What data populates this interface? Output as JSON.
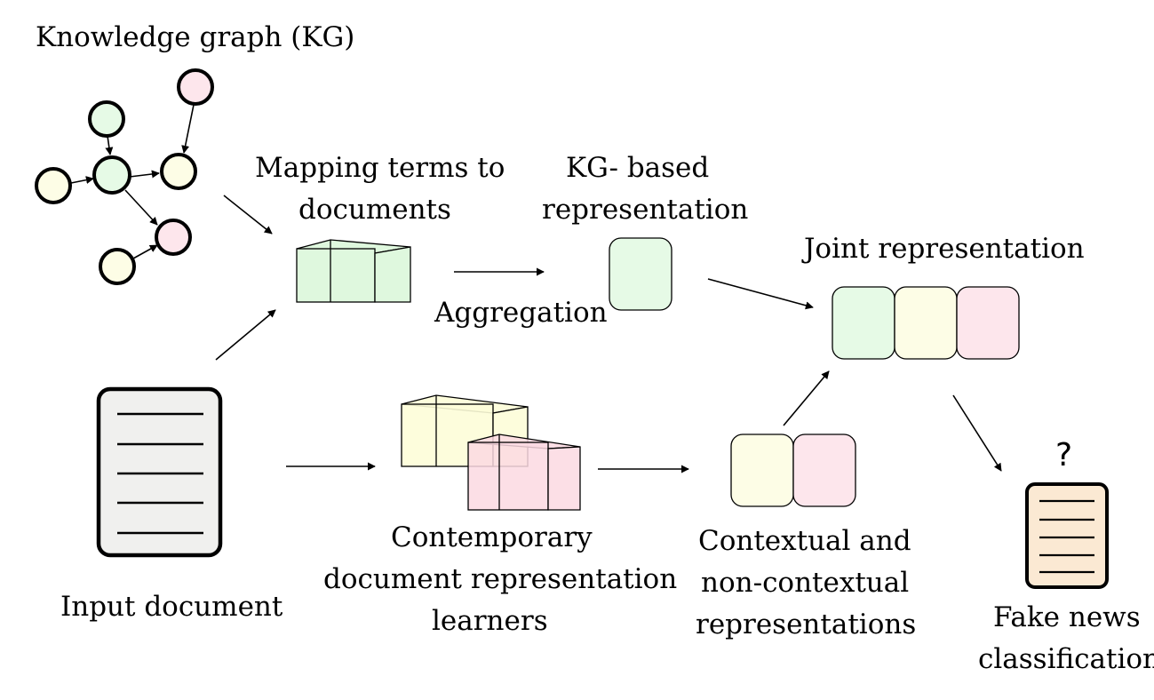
{
  "labels": {
    "kg_title": "Knowledge graph (KG)",
    "mapping_line1": "Mapping terms to",
    "mapping_line2": "documents",
    "aggregation": "Aggregation",
    "kg_rep_line1": "KG- based",
    "kg_rep_line2": "representation",
    "joint": "Joint representation",
    "input_document": "Input document",
    "contemporary_line1": "Contemporary",
    "contemporary_line2": "document representation",
    "contemporary_line3": "learners",
    "contextual_line1": "Contextual and",
    "contextual_line2": "non-contextual",
    "contextual_line3": "representations",
    "question_mark": "?",
    "fake_line1": "Fake news",
    "fake_line2": "classification"
  },
  "colors": {
    "green": "#e6fae6",
    "green_box": "#dff8de",
    "yellow": "#fdfde6",
    "pink": "#fde6ec",
    "doc_fill": "#f0f0ee",
    "fake_doc_fill": "#fbe9d3"
  }
}
